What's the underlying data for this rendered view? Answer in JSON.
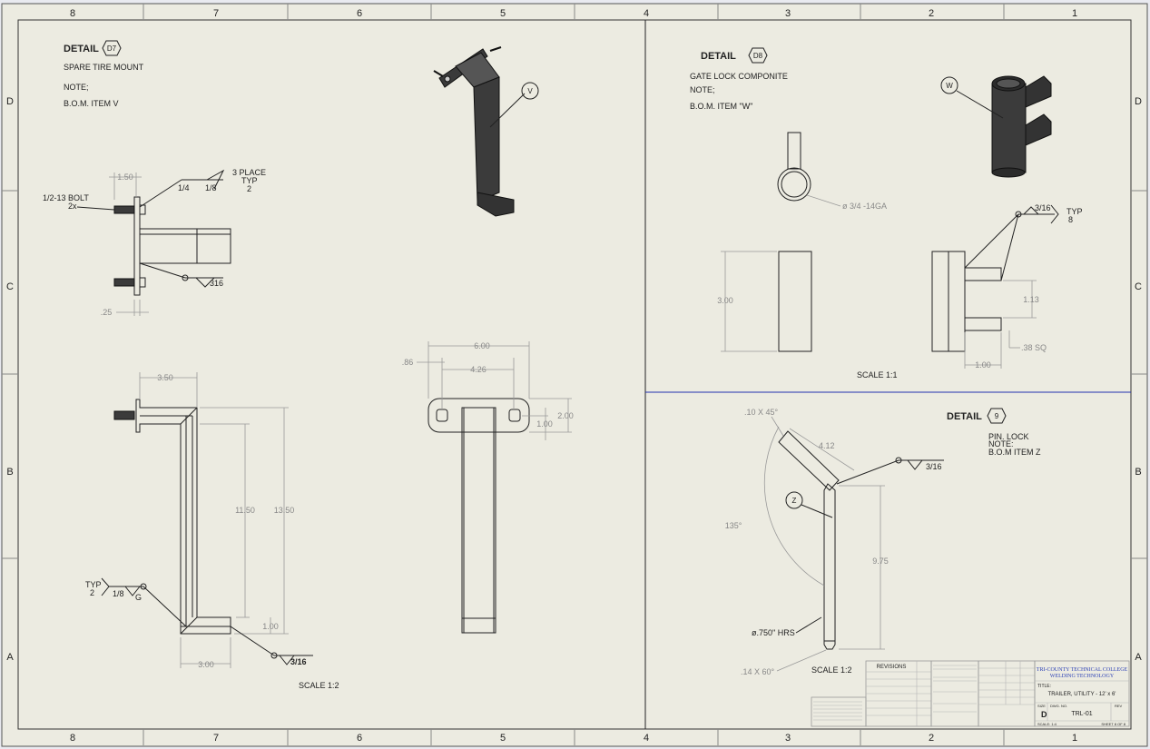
{
  "border": {
    "zones_top": [
      "8",
      "7",
      "6",
      "5",
      "4",
      "3",
      "2",
      "1"
    ],
    "zones_side": [
      "D",
      "C",
      "B",
      "A"
    ]
  },
  "detail_d7": {
    "heading": "DETAIL",
    "tag": "D7",
    "title": "SPARE TIRE MOUNT",
    "note": "NOTE;",
    "bom": "B.O.M. ITEM V",
    "bolt_label": "1/2-13 BOLT",
    "bolt_qty": "2x",
    "dim_150": "1.50",
    "weld_place": "3 PLACE",
    "weld_typ": "TYP",
    "weld_typ_n": "2",
    "weld_14": "1/4",
    "weld_18": "1/8",
    "weld_316": "316",
    "dim_025": ".25",
    "dim_350": "3.50",
    "dim_1150": "11.50",
    "dim_1350": "13.50",
    "dim_100": "1.00",
    "dim_300": "3.00",
    "typ2_typ": "TYP",
    "typ2_n": "2",
    "weld_18g": "1/8",
    "weld_g": "G",
    "weld_316b": "3/16",
    "balloon": "V",
    "scale": "SCALE 1:2",
    "plate_600": "6.00",
    "plate_086": ".86",
    "plate_426": "4.26",
    "plate_200": "2.00",
    "plate_100": "1.00"
  },
  "detail_d8": {
    "heading": "DETAIL",
    "tag": "D8",
    "title": "GATE LOCK COMPONITE",
    "note": "NOTE;",
    "bom": "B.O.M. ITEM \"W\"",
    "balloon": "W",
    "tube_callout": "ø 3/4 -14GA",
    "dim_300": "3.00",
    "weld_316": "3/16",
    "weld_typ": "TYP",
    "weld_n": "8",
    "dim_113": "1.13",
    "dim_38sq": ".38 SQ",
    "dim_100": "1.00",
    "scale": "SCALE 1:1"
  },
  "detail_9": {
    "heading": "DETAIL",
    "tag": "9",
    "title": "PIN. LOCK",
    "note": "NOTE:",
    "bom": "B.O.M ITEM Z",
    "chamfer_top": ".10 X 45°",
    "dim_412": "4.12",
    "weld_316": "3/16",
    "balloon": "Z",
    "angle": "135°",
    "dim_975": "9.75",
    "rod": "ø.750\" HRS",
    "chamfer_bot": ".14 X 60°",
    "scale": "SCALE 1:2"
  },
  "title_block": {
    "revisions": "REVISIONS",
    "school": "TRI-COUNTY TECHNICAL COLLEGE",
    "dept": "WELDING TECHNOLOGY",
    "title_label": "TITLE:",
    "title": "TRAILER, UTILITY - 12' x 6'",
    "size_label": "SIZE",
    "dwg_label": "DWG. NO.",
    "rev_label": "REV",
    "size": "D",
    "dwg_no": "TRL-01",
    "scale": "SCALE: 1:4",
    "sheet": "SHEET 8 OF 8"
  }
}
